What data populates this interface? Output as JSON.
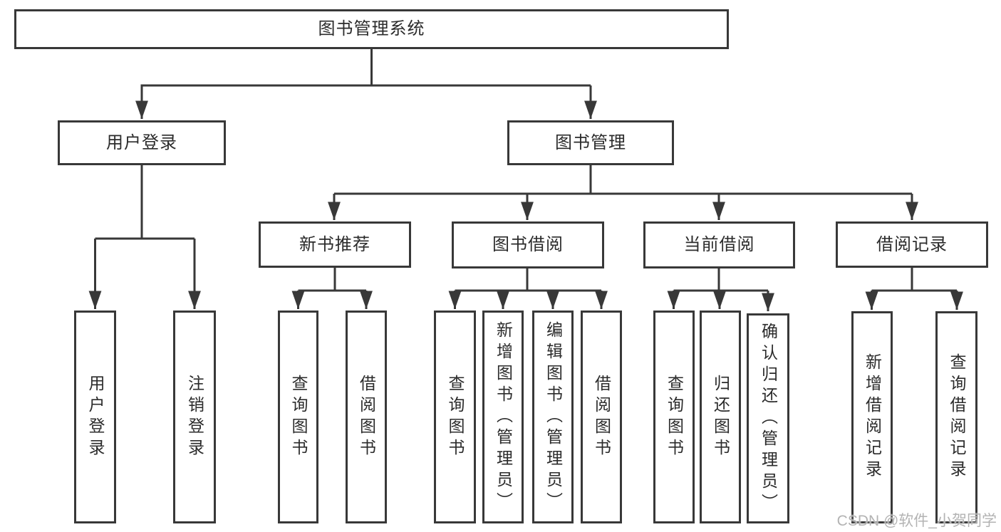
{
  "diagram": {
    "type": "org-tree",
    "tree": {
      "label": "图书管理系统",
      "children": [
        {
          "label": "用户登录",
          "children": [
            {
              "label": "用户登录"
            },
            {
              "label": "注销登录"
            }
          ]
        },
        {
          "label": "图书管理",
          "children": [
            {
              "label": "新书推荐",
              "children": [
                {
                  "label": "查询图书"
                },
                {
                  "label": "借阅图书"
                }
              ]
            },
            {
              "label": "图书借阅",
              "children": [
                {
                  "label": "查询图书"
                },
                {
                  "label": "新增图书（管理员）"
                },
                {
                  "label": "编辑图书（管理员）"
                },
                {
                  "label": "借阅图书"
                }
              ]
            },
            {
              "label": "当前借阅",
              "children": [
                {
                  "label": "查询图书"
                },
                {
                  "label": "归还图书"
                },
                {
                  "label": "确认归还（管理员）"
                }
              ]
            },
            {
              "label": "借阅记录",
              "children": [
                {
                  "label": "新增借阅记录"
                },
                {
                  "label": "查询借阅记录"
                }
              ]
            }
          ]
        }
      ]
    },
    "watermark": "CSDN @软件_小贺同学",
    "colors": {
      "line": "#383838",
      "box_border": "#383838",
      "text": "#2b2b2b",
      "background": "#ffffff",
      "watermark": "#b3b3b3"
    }
  }
}
